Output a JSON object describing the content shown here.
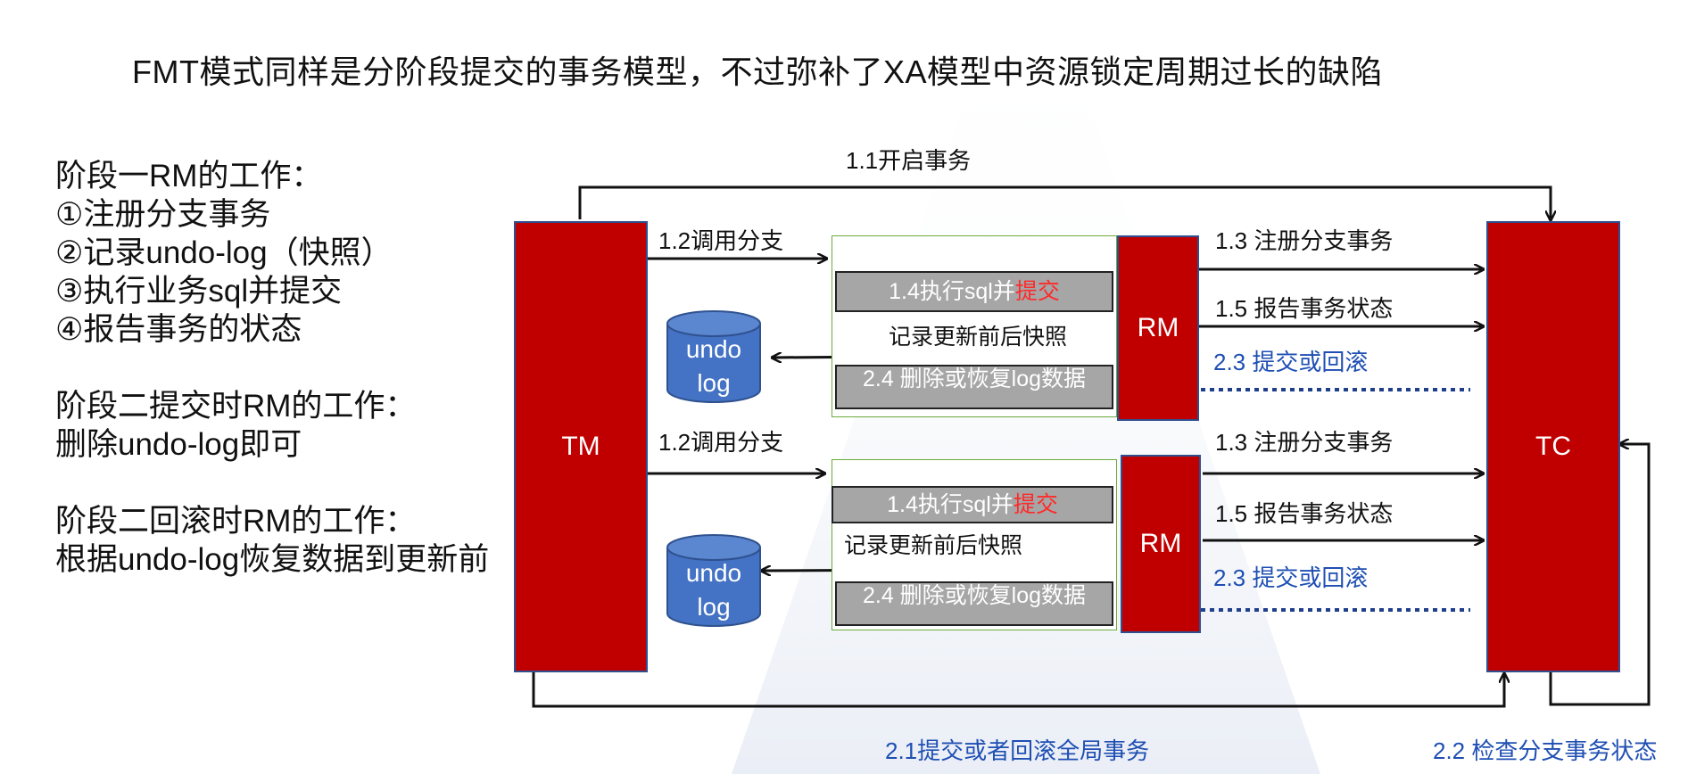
{
  "headline": "FMT模式同样是分阶段提交的事务模型，不过弥补了XA模型中资源锁定周期过长的缺陷",
  "notes": {
    "phase1_title": "阶段一RM的工作：",
    "phase1_items": [
      "①注册分支事务",
      "②记录undo-log（快照）",
      "③执行业务sql并提交",
      "④报告事务的状态"
    ],
    "phase2_commit_title": "阶段二提交时RM的工作：",
    "phase2_commit_body": "删除undo-log即可",
    "phase2_rollback_title": "阶段二回滚时RM的工作：",
    "phase2_rollback_body": "根据undo-log恢复数据到更新前"
  },
  "diagram": {
    "tm_label": "TM",
    "tc_label": "TC",
    "rm_label": "RM",
    "begin_tx": "1.1开启事务",
    "global_commit": "2.1提交或者回滚全局事务",
    "check_branch": "2.2 检查分支事务状态",
    "branches": [
      {
        "call_branch": "1.2调用分支",
        "exec_prefix": "1.4执行sql并",
        "exec_highlight": "提交",
        "snapshot": "记录更新前后快照",
        "delete_restore": "2.4 删除或恢复log数据",
        "undo_line1": "undo",
        "undo_line2": "log",
        "register": "1.3 注册分支事务",
        "report": "1.5 报告事务状态",
        "commit_rollback": "2.3 提交或回滚"
      },
      {
        "call_branch": "1.2调用分支",
        "exec_prefix": "1.4执行sql并",
        "exec_highlight": "提交",
        "snapshot": "记录更新前后快照",
        "delete_restore": "2.4 删除或恢复log数据",
        "undo_line1": "undo",
        "undo_line2": "log",
        "register": "1.3 注册分支事务",
        "report": "1.5 报告事务状态",
        "commit_rollback": "2.3 提交或回滚"
      }
    ]
  },
  "colors": {
    "block_red": "#c00000",
    "db_blue": "#4472c4",
    "label_blue": "#1f4fb3",
    "frame_green": "#6aaa3a",
    "grey_box": "#a6a6a6"
  }
}
